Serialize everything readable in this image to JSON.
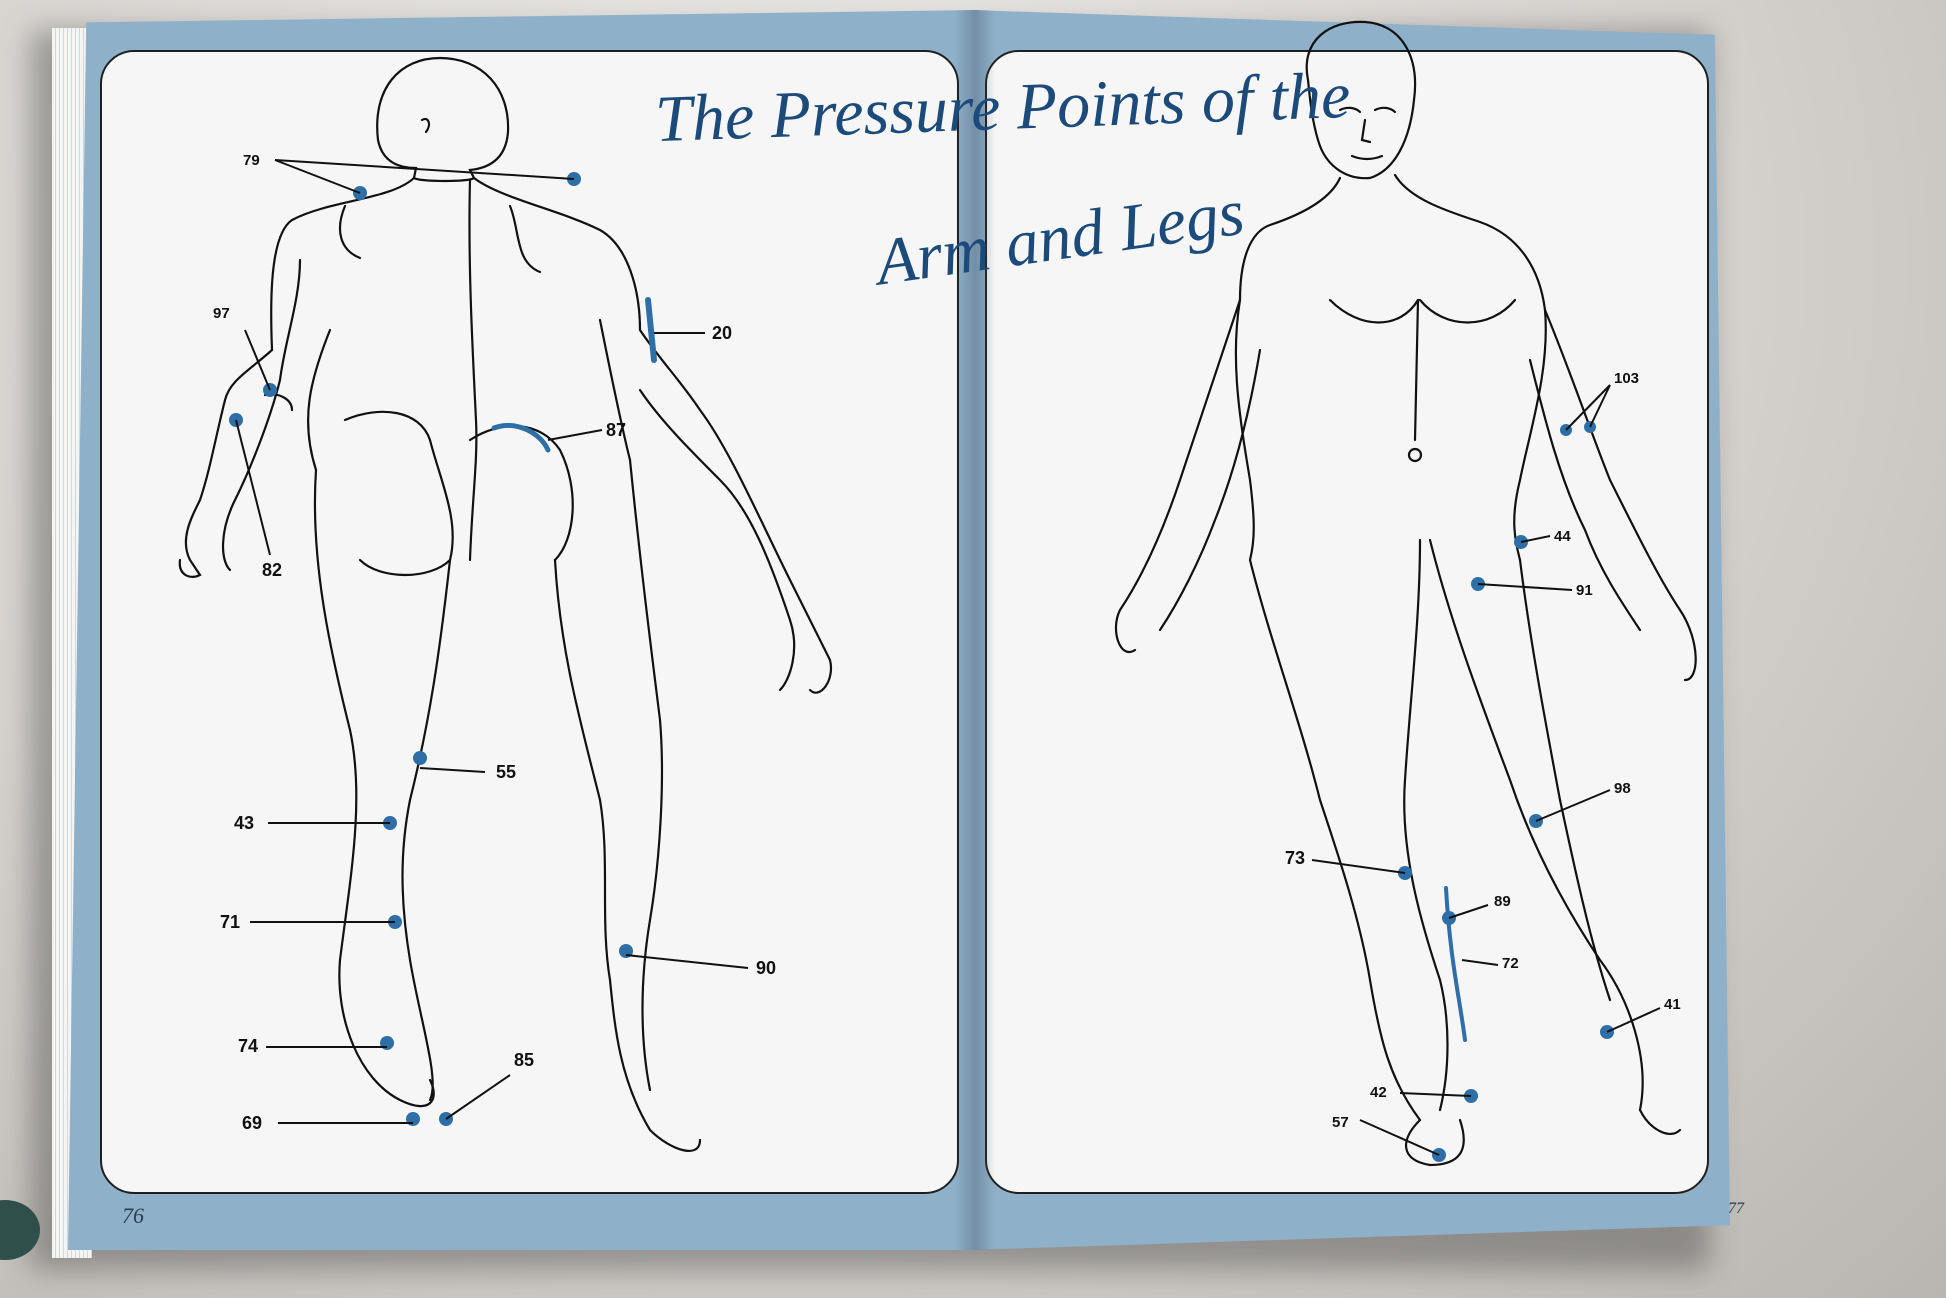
{
  "title": {
    "line1": "The Pressure Points of the",
    "line2": "Arm and Legs"
  },
  "pages": {
    "left_number": "76",
    "right_number": "77"
  },
  "left_figure_callouts": [
    "79",
    "97",
    "82",
    "20",
    "87",
    "55",
    "43",
    "71",
    "90",
    "74",
    "85",
    "69"
  ],
  "right_figure_callouts": [
    "103",
    "44",
    "91",
    "98",
    "73",
    "89",
    "72",
    "41",
    "42",
    "57"
  ],
  "colors": {
    "point_blue": "#2f6fa8",
    "page_border_blue": "#8fb0c9",
    "title_blue": "#1c4a7a"
  }
}
